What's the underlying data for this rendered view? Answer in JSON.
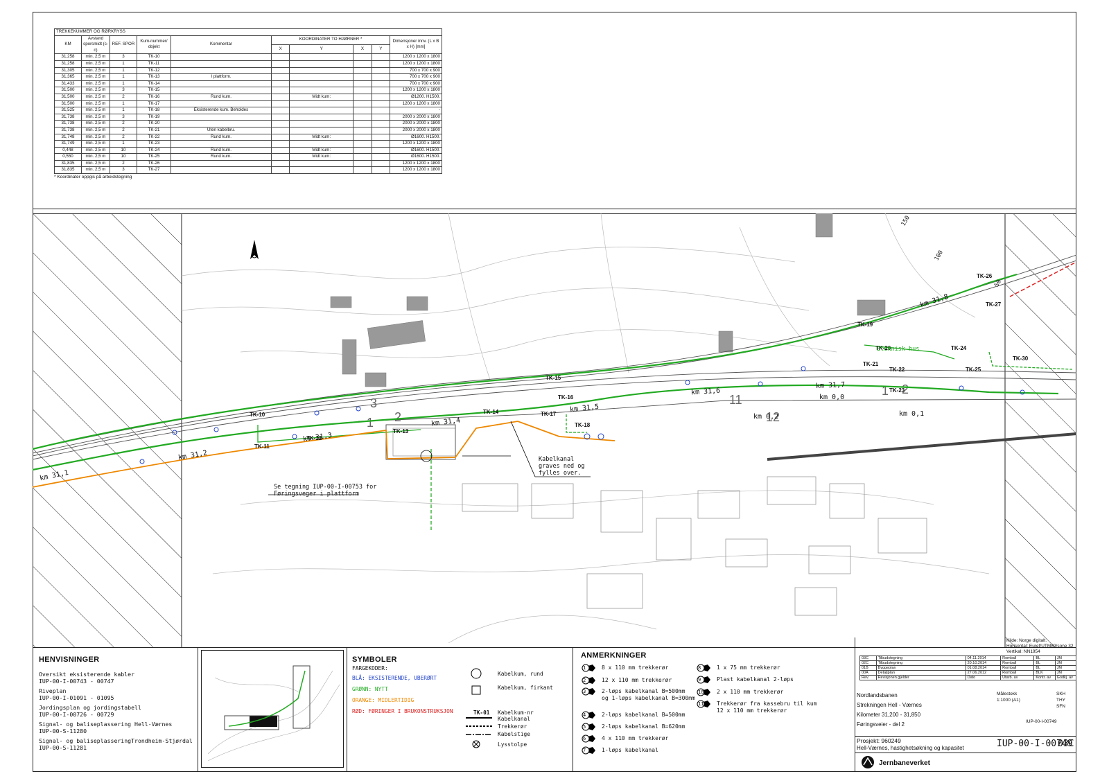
{
  "table": {
    "title": "TREKKEKUMMER OG RØRKRYSS",
    "headers": {
      "km": "KM",
      "dist": "Avstand sporsmidt (c-c)",
      "ref": "REF. SPOR",
      "kum": "Kum-nummer/ objekt",
      "comment": "Kommentar",
      "coords": "KOORDINATER TO HJØRNER *",
      "x1": "X",
      "y1": "Y",
      "x2": "X",
      "y2": "Y",
      "dim": "Dimensjoner innv. (L x B x H) [mm]"
    },
    "rows": [
      {
        "km": "31,258",
        "dist": "min. 2,5 m",
        "ref": "3",
        "kum": "TK-10",
        "comment": "",
        "mid": "",
        "dim": "1200 x 1200 x 1800"
      },
      {
        "km": "31,258",
        "dist": "min. 2,5 m",
        "ref": "1",
        "kum": "TK-11",
        "comment": "",
        "mid": "",
        "dim": "1200 x 1200 x 1800"
      },
      {
        "km": "31,305",
        "dist": "min. 2,5 m",
        "ref": "1",
        "kum": "TK-12",
        "comment": "",
        "mid": "",
        "dim": "700 x 700 x 900"
      },
      {
        "km": "31,365",
        "dist": "min. 2,5 m",
        "ref": "1",
        "kum": "TK-13",
        "comment": "I plattform.",
        "mid": "",
        "dim": "700 x 700 x 900"
      },
      {
        "km": "31,433",
        "dist": "min. 2,5 m",
        "ref": "1",
        "kum": "TK-14",
        "comment": "",
        "mid": "",
        "dim": "700 x 700 x 900"
      },
      {
        "km": "31,500",
        "dist": "min. 2,5 m",
        "ref": "3",
        "kum": "TK-15",
        "comment": "",
        "mid": "",
        "dim": "1200 x 1200 x 1800"
      },
      {
        "km": "31,500",
        "dist": "min. 2,5 m",
        "ref": "2",
        "kum": "TK-16",
        "comment": "Rund kum.",
        "mid": "Midt kum:",
        "dim": "Ø1200. H1500."
      },
      {
        "km": "31,500",
        "dist": "min. 2,5 m",
        "ref": "1",
        "kum": "TK-17",
        "comment": "",
        "mid": "",
        "dim": "1200 x 1200 x 1800"
      },
      {
        "km": "31,525",
        "dist": "min. 2,5 m",
        "ref": "1",
        "kum": "TK-18",
        "comment": "Eksisterende kum. Beholdes",
        "mid": "",
        "dim": "-"
      },
      {
        "km": "31,738",
        "dist": "min. 2,5 m",
        "ref": "3",
        "kum": "TK-19",
        "comment": "",
        "mid": "",
        "dim": "2000 x 2000 x 1800"
      },
      {
        "km": "31,738",
        "dist": "min. 2,5 m",
        "ref": "2",
        "kum": "TK-20",
        "comment": "",
        "mid": "",
        "dim": "2000 x 2000 x 1800"
      },
      {
        "km": "31,738",
        "dist": "min. 2,5 m",
        "ref": "2",
        "kum": "TK-21",
        "comment": "Uten kabelbru.",
        "mid": "",
        "dim": "2000 x 2000 x 1800"
      },
      {
        "km": "31,748",
        "dist": "min. 2,5 m",
        "ref": "2",
        "kum": "TK-22",
        "comment": "Rund kum.",
        "mid": "Midt kum:",
        "dim": "Ø1600. H1500."
      },
      {
        "km": "31,749",
        "dist": "min. 2,5 m",
        "ref": "1",
        "kum": "TK-23",
        "comment": "",
        "mid": "",
        "dim": "1200 x 1200 x 1800"
      },
      {
        "km": "0,448",
        "dist": "min. 2,5 m",
        "ref": "10",
        "kum": "TK-24",
        "comment": "Rund kum.",
        "mid": "Midt kum:",
        "dim": "Ø1600. H1500."
      },
      {
        "km": "0,550",
        "dist": "min. 2,5 m",
        "ref": "10",
        "kum": "TK-25",
        "comment": "Rund kum.",
        "mid": "Midt kum:",
        "dim": "Ø1600. H1500."
      },
      {
        "km": "31,835",
        "dist": "min. 2,5 m",
        "ref": "2",
        "kum": "TK-26",
        "comment": "",
        "mid": "",
        "dim": "1200 x 1200 x 1800"
      },
      {
        "km": "31,835",
        "dist": "min. 2,5 m",
        "ref": "3",
        "kum": "TK-27",
        "comment": "",
        "mid": "",
        "dim": "1200 x 1200 x 1800"
      }
    ],
    "footnote": "* Koordinater oppgis på arbeidstegning"
  },
  "map": {
    "kum_labels": [
      "TK-10",
      "TK-11",
      "TK-12",
      "TK-13",
      "TK-14",
      "TK-15",
      "TK-16",
      "TK-17",
      "TK-18",
      "TK-19",
      "TK-20",
      "TK-21",
      "TK-22",
      "TK-23",
      "TK-24",
      "TK-25",
      "TK-26",
      "TK-27",
      "TK-30"
    ],
    "km_labels": [
      "km 31,1",
      "km 31,2",
      "km 31,3",
      "km 31,4",
      "km 31,5",
      "km 31,6",
      "km 31,7",
      "km 31,8",
      "km 0,0",
      "km 0,1",
      "km 0,2"
    ],
    "annotation_cable": [
      "Kabelkanal",
      "graves ned og",
      "fylles over."
    ],
    "annotation_ref": [
      "Se tegning IUP-00-I-00753 for",
      "Føringsveger i plattform"
    ],
    "teknisk_hus": "Eteknisk hus",
    "contour_labels": [
      "150",
      "100",
      "50"
    ],
    "north": "N"
  },
  "henvisninger": {
    "title": "HENVISNINGER",
    "items": [
      [
        "Oversikt eksisterende kabler",
        "IUP-00-I-00743 - 00747"
      ],
      [
        "Riveplan",
        "IUP-00-I-01091 - 01095"
      ],
      [
        "Jordingsplan og jordingstabell",
        "IUP-00-I-00726 - 00729"
      ],
      [
        "Signal- og baliseplassering Hell-Værnes",
        "IUP-00-S-11280"
      ],
      [
        "Signal- og baliseplasseringTrondheim-Stjørdal",
        "IUP-00-S-11281"
      ]
    ]
  },
  "symboler": {
    "title": "SYMBOLER",
    "fargekoder_title": "FARGEKODER:",
    "fargekoder": [
      {
        "text": "BLÅ: EKSISTERENDE, UBERØRT",
        "color": "#2244cc"
      },
      {
        "text": "GRØNN: NYTT",
        "color": "#22aa22"
      },
      {
        "text": "ORANGE: MIDLERTIDIG",
        "color": "#ee8800"
      },
      {
        "text": "RØD: FØRINGER I BRUKONSTRUKSJON",
        "color": "#dd2222"
      }
    ],
    "legend": {
      "round": "Kabelkum, rund",
      "square": "Kabelkum, firkant",
      "tk": "TK-01",
      "tk_desc": "Kabelkum-nr",
      "kanal": "Kabelkanal",
      "trekkeror": "Trekkerør",
      "kabelstige": "Kabelstige",
      "lysstolpe": "Lysstolpe"
    }
  },
  "anmerkninger": {
    "title": "ANMERKNINGER",
    "items": [
      {
        "n": "1",
        "text": "8 x 110 mm trekkerør"
      },
      {
        "n": "2",
        "text": "12 x 110 mm trekkerør"
      },
      {
        "n": "3",
        "text": "2-løps kabelkanal B=500mm\nog 1-løps kabelkanal B=300mm"
      },
      {
        "n": "4",
        "text": "2-løps kabelkanal B=500mm"
      },
      {
        "n": "5",
        "text": "2-løps kabelkanal B=620mm"
      },
      {
        "n": "6",
        "text": "4 x 110 mm trekkerør"
      },
      {
        "n": "7",
        "text": "1-løps kabelkanal"
      },
      {
        "n": "8",
        "text": "1 x 75 mm trekkerør"
      },
      {
        "n": "9",
        "text": "Plast kabelkanal 2-løps"
      },
      {
        "n": "10",
        "text": "2 x 110 mm trekkerør"
      },
      {
        "n": "11",
        "text": "Trekkerør fra kassebru til kum\n12 x 110 mm trekkerør"
      }
    ]
  },
  "titleblock": {
    "kilde": "Kilde: Norge digitalt.",
    "horisontal": "Horisontal: Euref/UTM89/sone 32",
    "vertikal": "Vertikal: NN1954",
    "revisions": [
      {
        "rev": "03C",
        "text": "Tilbudstegning",
        "date": "04.11.2014",
        "by": "Romball",
        "k": "BL",
        "g": "JM"
      },
      {
        "rev": "02C",
        "text": "Tilbudstegning",
        "date": "20.10.2014",
        "by": "Romball",
        "k": "BL",
        "g": "JM"
      },
      {
        "rev": "01B",
        "text": "Byggeplan",
        "date": "01.08.2014",
        "by": "Romball",
        "k": "BL",
        "g": "JM"
      },
      {
        "rev": "00A",
        "text": "Detaljplan",
        "date": "27.06.2012",
        "by": "Romball",
        "k": "BLK",
        "g": "JM"
      }
    ],
    "rev_header": {
      "rev": "Rev.",
      "text": "Revisjonen gjelder",
      "date": "Dato",
      "by": "Utarb. av",
      "k": "Kontr. av",
      "g": "Godkj. av"
    },
    "line_name": "Nordlandsbanen",
    "strekning": "Strekningen Hell - Værnes",
    "kilometer": "Kilometer 31,200 - 31,850",
    "sheet": "Føringsveier - del 2",
    "malestokk_label": "Målestokk",
    "malestokk": "1:1000 (A1)",
    "utarbeidet": "SKH",
    "kontrollert": "THY",
    "godkjent": "SFN",
    "prosjekt": "Prosjekt: 960249",
    "prosjekt_desc": "Hell-Værnes, hastighetsøkning og kapasitet",
    "tegning_nr": "IUP-00-I-00749",
    "revisjon": "03C",
    "company": "Jernbaneverket"
  }
}
